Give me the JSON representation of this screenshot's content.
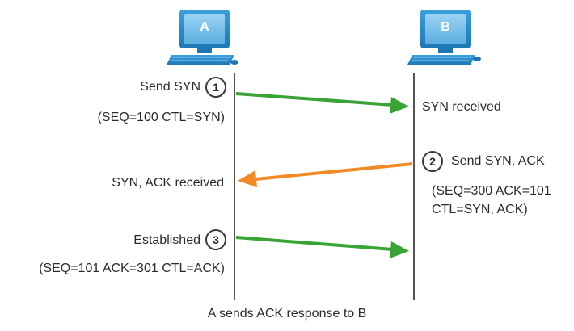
{
  "hosts": {
    "a": {
      "label": "A",
      "icon": "computer-icon"
    },
    "b": {
      "label": "B",
      "icon": "computer-icon"
    }
  },
  "steps": [
    {
      "number": "1",
      "action": "Send SYN",
      "detail": "(SEQ=100 CTL=SYN)",
      "received": "SYN received",
      "arrow_color": "#3aa335"
    },
    {
      "number": "2",
      "action": "Send SYN, ACK",
      "detail_line1": "(SEQ=300 ACK=101",
      "detail_line2": "CTL=SYN, ACK)",
      "received": "SYN, ACK received",
      "arrow_color": "#f08a24"
    },
    {
      "number": "3",
      "action": "Established",
      "detail": "(SEQ=101 ACK=301 CTL=ACK)",
      "arrow_color": "#3aa335"
    }
  ],
  "caption": "A sends ACK response to B",
  "colors": {
    "monitor": "#2b8fd0",
    "screen": "#7fc2ec",
    "timeline": "#555555"
  }
}
